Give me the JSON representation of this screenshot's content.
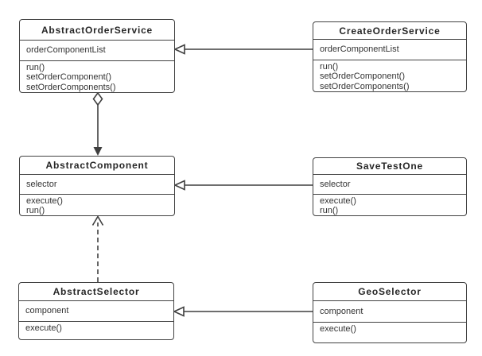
{
  "diagram": {
    "type": "uml-class-diagram",
    "colors": {
      "background": "#ffffff",
      "line": "#424242",
      "text": "#333333",
      "title_text": "#262626"
    },
    "classes": [
      {
        "name": "AbstractOrderService",
        "attributes": [
          "orderComponentList"
        ],
        "methods": [
          "run()",
          "setOrderComponent()",
          "setOrderComponents()"
        ]
      },
      {
        "name": "CreateOrderService",
        "attributes": [
          "orderComponentList"
        ],
        "methods": [
          "run()",
          "setOrderComponent()",
          "setOrderComponents()"
        ]
      },
      {
        "name": "AbstractComponent",
        "attributes": [
          "selector"
        ],
        "methods": [
          "execute()",
          "run()"
        ]
      },
      {
        "name": "SaveTestOne",
        "attributes": [
          "selector"
        ],
        "methods": [
          "execute()",
          "run()"
        ]
      },
      {
        "name": "AbstractSelector",
        "attributes": [
          "component"
        ],
        "methods": [
          "execute()"
        ]
      },
      {
        "name": "GeoSelector",
        "attributes": [
          "component"
        ],
        "methods": [
          "execute()"
        ]
      }
    ],
    "relationships": [
      {
        "from": "CreateOrderService",
        "to": "AbstractOrderService",
        "type": "generalization",
        "line": "solid",
        "arrowhead": "hollow-triangle"
      },
      {
        "from": "AbstractOrderService",
        "to": "AbstractComponent",
        "type": "aggregation",
        "line": "solid",
        "tail": "hollow-diamond",
        "arrowhead": "filled-triangle"
      },
      {
        "from": "SaveTestOne",
        "to": "AbstractComponent",
        "type": "generalization",
        "line": "solid",
        "arrowhead": "hollow-triangle"
      },
      {
        "from": "AbstractSelector",
        "to": "AbstractComponent",
        "type": "dependency",
        "line": "dashed",
        "arrowhead": "open-chevron"
      },
      {
        "from": "GeoSelector",
        "to": "AbstractSelector",
        "type": "generalization",
        "line": "solid",
        "arrowhead": "hollow-triangle"
      }
    ]
  }
}
